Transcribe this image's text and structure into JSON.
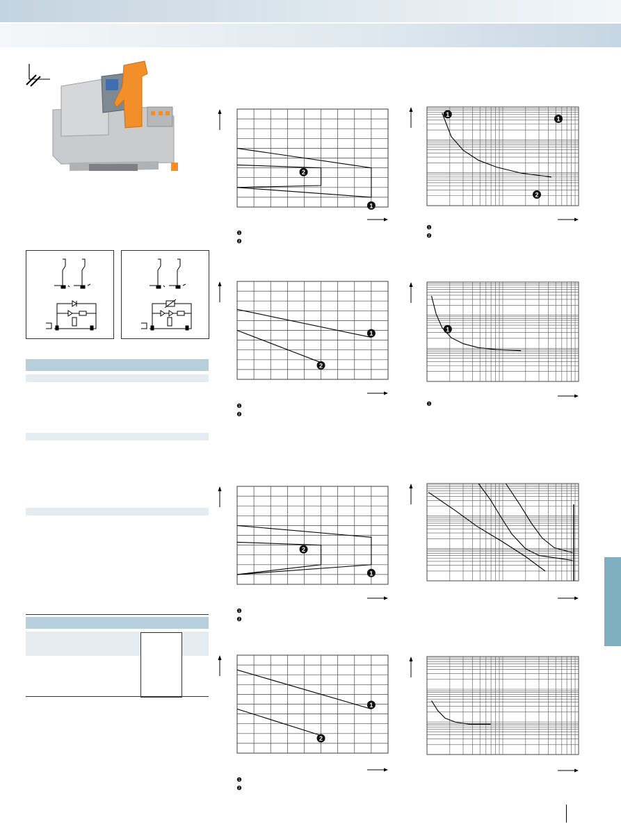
{
  "page": {
    "accent_color": "#7fb0c2",
    "header_color": "#b7cfdb",
    "subheader_color": "#e4ecf1"
  },
  "product_image": {
    "icon": "relay-module-photo",
    "symbol_icon": "din-rail-mount-symbol"
  },
  "circuit_diagrams": [
    {
      "icon": "relay-circuit-diagram-led-diode"
    },
    {
      "icon": "relay-circuit-diagram-led-diode-varistor"
    }
  ],
  "spec_table": {
    "header_color": "#b7cfdb",
    "section_color": "#e4ecf1"
  },
  "chart_data": [
    {
      "type": "line",
      "id": "chart-1",
      "scale": "linear",
      "grid": true,
      "xlim": [
        0,
        9
      ],
      "ylim": [
        0,
        10
      ],
      "series": [
        {
          "marker": "1",
          "x": [
            0,
            8,
            8,
            0
          ],
          "y": [
            6,
            4,
            1,
            2
          ]
        },
        {
          "marker": "2",
          "x": [
            0,
            5,
            5,
            0
          ],
          "y": [
            4.3,
            4,
            2.2,
            2
          ]
        }
      ],
      "legend": [
        "1",
        "2"
      ]
    },
    {
      "type": "line",
      "id": "chart-2",
      "scale": "log",
      "grid": true,
      "series": [
        {
          "marker": "1",
          "x": [
            1.0,
            1.6,
            2.4,
            3.4,
            4.6,
            6.2,
            8.2
          ],
          "y": [
            9.4,
            7.0,
            5.6,
            4.6,
            3.9,
            3.3,
            2.9
          ]
        }
      ],
      "annotations": [
        "1",
        "2"
      ],
      "legend": [
        "1",
        "2"
      ]
    },
    {
      "type": "line",
      "id": "chart-3",
      "scale": "linear",
      "grid": true,
      "xlim": [
        0,
        9
      ],
      "ylim": [
        0,
        7
      ],
      "series": [
        {
          "marker": "1",
          "x": [
            0,
            8
          ],
          "y": [
            5,
            3
          ]
        },
        {
          "marker": "2",
          "x": [
            0,
            5
          ],
          "y": [
            3.5,
            1.2
          ]
        }
      ],
      "legend": [
        "1",
        "2"
      ]
    },
    {
      "type": "line",
      "id": "chart-4",
      "scale": "log",
      "grid": true,
      "series": [
        {
          "marker": "1",
          "x": [
            0.3,
            0.6,
            1.0,
            1.6,
            2.4,
            3.4,
            4.6,
            6.2
          ],
          "y": [
            8.6,
            6.8,
            5.4,
            4.4,
            3.8,
            3.4,
            3.2,
            3.1
          ]
        }
      ],
      "legend": [
        "1"
      ]
    },
    {
      "type": "line",
      "id": "chart-5",
      "scale": "linear",
      "grid": true,
      "xlim": [
        0,
        9
      ],
      "ylim": [
        0,
        10
      ],
      "series": [
        {
          "marker": "1",
          "x": [
            0,
            8,
            8,
            0
          ],
          "y": [
            6,
            4.8,
            2,
            1
          ]
        },
        {
          "marker": "2",
          "x": [
            0,
            5,
            5,
            0
          ],
          "y": [
            4.3,
            4,
            2,
            1
          ]
        }
      ],
      "legend": [
        "1",
        "2"
      ]
    },
    {
      "type": "line",
      "id": "chart-6",
      "scale": "log",
      "grid": true,
      "series": [
        {
          "x": [
            0.1,
            1.8,
            3.3,
            4.9,
            6.5,
            7.8
          ],
          "y": [
            9.1,
            7.3,
            5.6,
            4.1,
            2.5,
            1.0
          ]
        },
        {
          "x": [
            3.4,
            4.2,
            4.9,
            5.6,
            6.5,
            7.4,
            9.6
          ],
          "y": [
            10.0,
            8.3,
            6.5,
            4.8,
            3.3,
            2.6,
            2.1
          ]
        },
        {
          "x": [
            5.2,
            6.1,
            6.9,
            7.6,
            8.4,
            9.6
          ],
          "y": [
            10.0,
            7.9,
            5.9,
            4.4,
            3.4,
            2.9
          ]
        }
      ]
    },
    {
      "type": "line",
      "id": "chart-7",
      "scale": "linear",
      "grid": true,
      "xlim": [
        0,
        9
      ],
      "ylim": [
        0,
        10
      ],
      "series": [
        {
          "marker": "1",
          "x": [
            0,
            8
          ],
          "y": [
            8.5,
            4.5
          ]
        },
        {
          "marker": "2",
          "x": [
            0,
            5
          ],
          "y": [
            4.5,
            1.8
          ]
        }
      ],
      "legend": [
        "1",
        "2"
      ]
    },
    {
      "type": "line",
      "id": "chart-8",
      "scale": "log",
      "grid": true,
      "series": [
        {
          "x": [
            0.3,
            0.7,
            1.2,
            1.9,
            2.8,
            4.2
          ],
          "y": [
            5.5,
            4.5,
            3.7,
            3.3,
            3.1,
            3.1
          ]
        }
      ]
    }
  ]
}
